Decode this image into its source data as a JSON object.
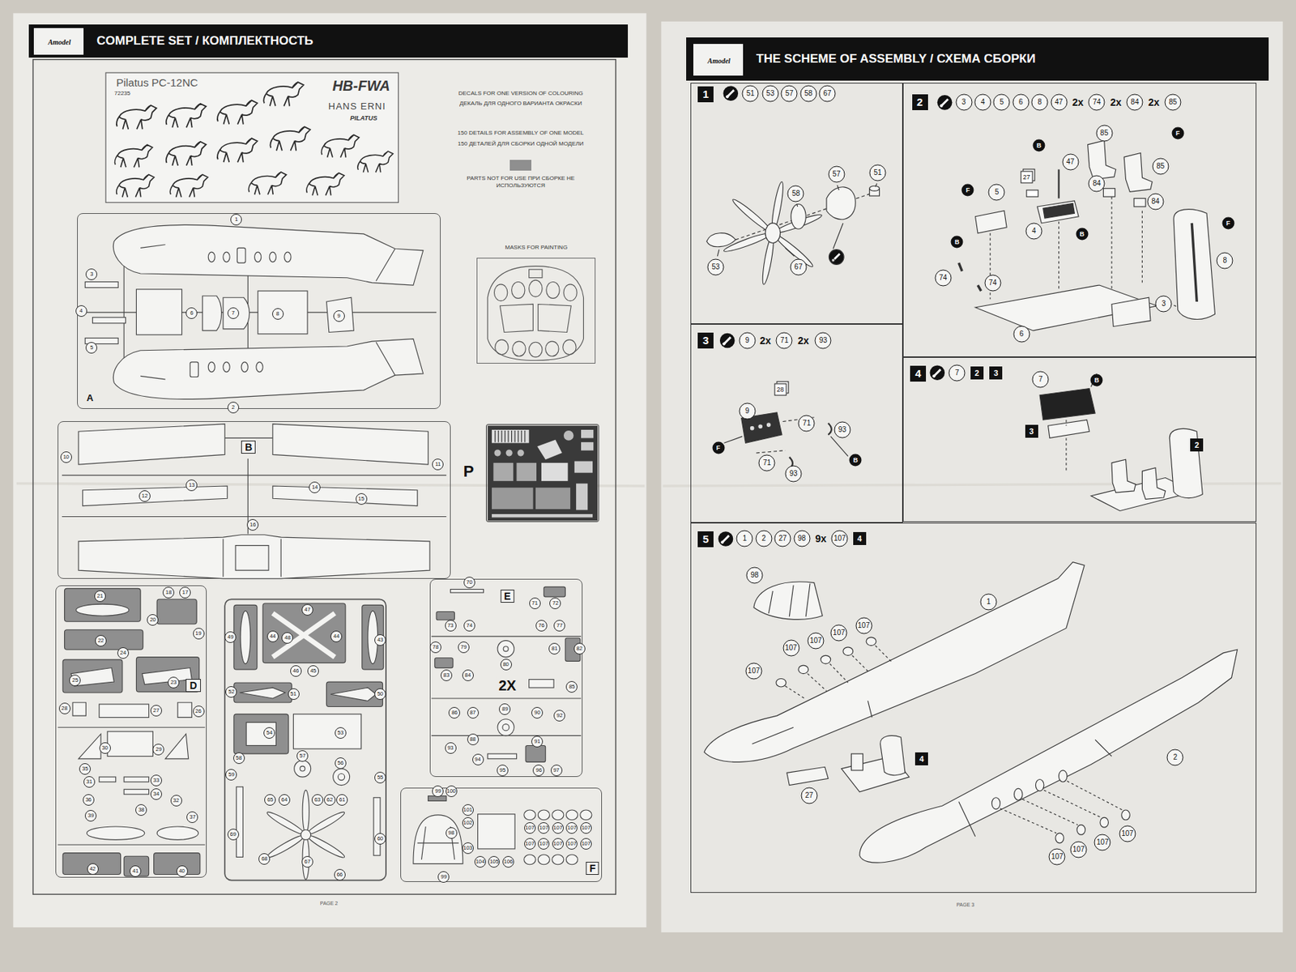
{
  "diagram": {
    "nodes": [
      {
        "text": [
          "COMPLETE SET / КОМПЛЕКТНОСТЬ"
        ]
      },
      {
        "text": [
          "Amodel"
        ],
        "in": 0
      },
      {
        "text": [
          "Pilatus PC-12NC",
          "72235",
          "HB-FWA",
          "HANS ERNI",
          "PILATUS"
        ]
      },
      {
        "text": [
          "MASKS FOR PAINTING"
        ]
      },
      {
        "text": [
          "A"
        ]
      },
      {
        "text": [
          "B"
        ]
      },
      {
        "text": [
          "P"
        ]
      },
      {
        "text": [
          "D"
        ]
      },
      {
        "text": [
          "E",
          "2X"
        ]
      },
      {
        "text": [
          "F"
        ]
      },
      {
        "text": [
          "THE SCHEME OF ASSEMBLY / СХЕМА СБОРКИ"
        ]
      },
      {
        "text": [
          "Amodel"
        ],
        "in": 10
      },
      {
        "text": [
          "1"
        ]
      },
      {
        "text": [
          "2"
        ]
      },
      {
        "text": [
          "3"
        ]
      },
      {
        "text": [
          "4"
        ]
      },
      {
        "text": [
          "5"
        ]
      }
    ],
    "labels": [
      "DECALS FOR ONE VERSION OF COLOURING",
      "ДЕКАЛЬ ДЛЯ ОДНОГО ВАРИАНТА ОКРАСКИ",
      "150 DETAILS FOR ASSEMBLY OF ONE MODEL",
      "150 ДЕТАЛЕЙ ДЛЯ СБОРКИ ОДНОЙ МОДЕЛИ",
      "1",
      "2",
      "3",
      "4",
      "5",
      "6",
      "7",
      "8",
      "9",
      "10",
      "11",
      "12",
      "13",
      "14",
      "15",
      "16",
      "21",
      "18",
      "17",
      "20",
      "19",
      "22",
      "24",
      "25",
      "23",
      "28",
      "27",
      "26",
      "30",
      "29",
      "35",
      "31",
      "33",
      "34",
      "32",
      "36",
      "38",
      "39",
      "37",
      "42",
      "41",
      "40",
      "47",
      "49",
      "44",
      "48",
      "44",
      "43",
      "46",
      "45",
      "52",
      "51",
      "50",
      "54",
      "53",
      "58",
      "57",
      "56",
      "55",
      "59",
      "65",
      "64",
      "63",
      "62",
      "61",
      "60",
      "69",
      "68",
      "67",
      "66",
      "70",
      "71",
      "72",
      "73",
      "74",
      "76",
      "77",
      "78",
      "79",
      "80",
      "81",
      "82",
      "83",
      "84",
      "85",
      "86",
      "87",
      "89",
      "90",
      "92",
      "88",
      "91",
      "93",
      "94",
      "95",
      "96",
      "97",
      "99",
      "100",
      "101",
      "102",
      "98",
      "103",
      "104",
      "105",
      "106",
      "99",
      "107",
      "107",
      "107",
      "107",
      "107",
      "107",
      "107",
      "107",
      "107",
      "107",
      "PAGE 2",
      "51",
      "53",
      "57",
      "58",
      "67",
      "57",
      "51",
      "58",
      "53",
      "67",
      "3",
      "4",
      "5",
      "6",
      "8",
      "47",
      "2x",
      "74",
      "2x",
      "84",
      "2x",
      "85",
      "85",
      "F",
      "B",
      "47",
      "85",
      "27",
      "5",
      "F",
      "84",
      "84",
      "4",
      "B",
      "B",
      "F",
      "8",
      "74",
      "74",
      "3",
      "6",
      "9",
      "2x",
      "71",
      "2x",
      "93",
      "28",
      "9",
      "71",
      "93",
      "F",
      "B",
      "71",
      "93",
      "7",
      "2",
      "3",
      "7",
      "B",
      "3",
      "2",
      "1",
      "2",
      "27",
      "98",
      "9x",
      "107",
      "4",
      "98",
      "1",
      "107",
      "107",
      "107",
      "107",
      "107",
      "4",
      "27",
      "2",
      "107",
      "107",
      "107",
      "107",
      "PAGE 3"
    ],
    "legend": [
      {
        "text": "PARTS NOT FOR USE ПРИ СБОРКЕ НЕ ИСПОЛЬЗУЮТСЯ",
        "color": "#8f8f8f"
      }
    ]
  }
}
